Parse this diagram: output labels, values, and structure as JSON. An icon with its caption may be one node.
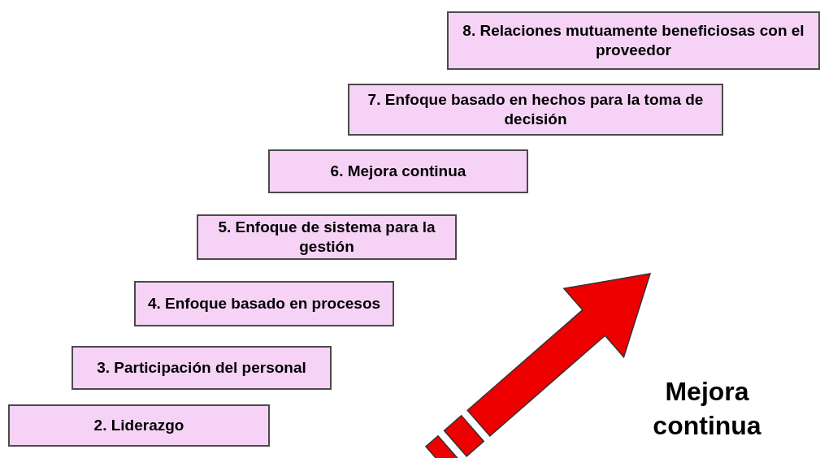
{
  "diagram": {
    "nodes": [
      {
        "text": [
          "2. Liderazgo"
        ]
      },
      {
        "text": [
          "3. Participación del personal"
        ]
      },
      {
        "text": [
          "4. Enfoque basado en procesos"
        ]
      },
      {
        "text": [
          "5. Enfoque de sistema para la gestión"
        ]
      },
      {
        "text": [
          "6. Mejora continua"
        ]
      },
      {
        "text": [
          "7. Enfoque basado en hechos para la toma de decisión"
        ]
      },
      {
        "text": [
          "8. Relaciones mutuamente beneficiosas con el proveedor"
        ]
      }
    ],
    "labels": [
      "Mejora continua"
    ]
  }
}
